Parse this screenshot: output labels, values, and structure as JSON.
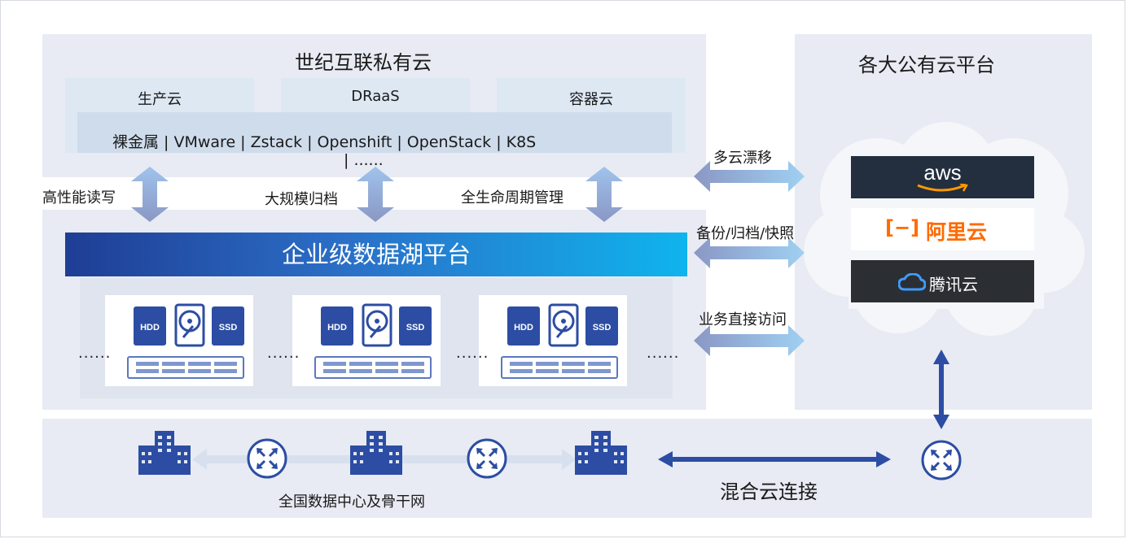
{
  "private_cloud": {
    "title": "世纪互联私有云",
    "sub_clouds": [
      "生产云",
      "DRaaS",
      "容器云"
    ],
    "tech_stack": "裸金属 | VMware | Zstack | Openshift | OpenStack | K8S",
    "tech_stack_more": "| ......",
    "arrows": [
      "高性能读写",
      "大规模归档",
      "全生命周期管理"
    ],
    "lake_platform": "企业级数据湖平台",
    "storage": {
      "hdd": "HDD",
      "ssd": "SSD",
      "ellipsis": "......"
    }
  },
  "public_cloud": {
    "title": "各大公有云平台",
    "providers": [
      {
        "name": "aws",
        "bg": "#232f3e"
      },
      {
        "name": "阿里云",
        "bg": "#ffffff",
        "color": "#ff6a00"
      },
      {
        "name": "腾讯云",
        "bg": "#2b2e33"
      }
    ]
  },
  "links": [
    "多云漂移",
    "备份/归档/快照",
    "业务直接访问"
  ],
  "backbone": {
    "label": "全国数据中心及骨干网",
    "hybrid": "混合云连接"
  },
  "colors": {
    "accent": "#2b4aa0",
    "arrow_fill": "#8aa6d6",
    "panel": "#e8ebf3"
  }
}
